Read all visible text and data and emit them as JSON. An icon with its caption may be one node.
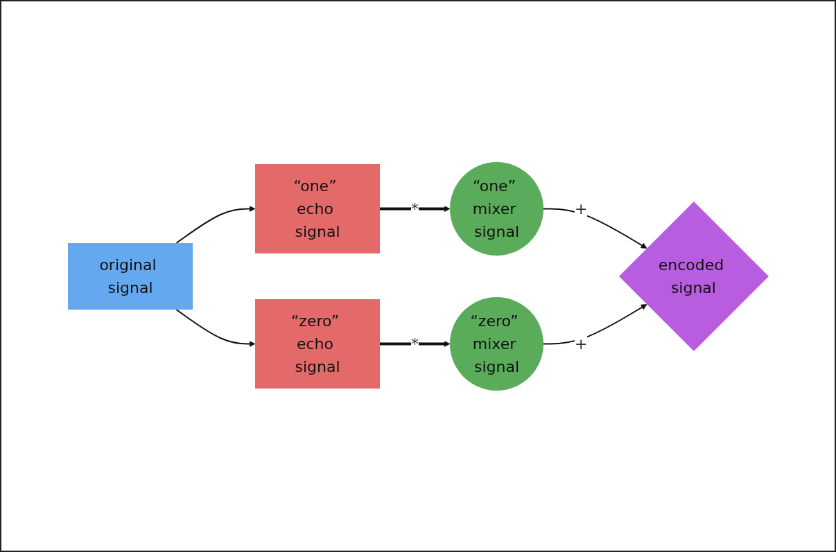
{
  "diagram": {
    "nodes": [
      {
        "text": [
          "original signal"
        ]
      },
      {
        "text": [
          "“one” echo signal"
        ]
      },
      {
        "text": [
          "“zero” echo signal"
        ]
      },
      {
        "text": [
          "“one” mixer signal"
        ]
      },
      {
        "text": [
          "“zero” mixer signal"
        ]
      },
      {
        "text": [
          "encoded signal"
        ]
      }
    ],
    "edges": [
      {
        "from": 0,
        "to": 1,
        "arrow": "to"
      },
      {
        "from": 0,
        "to": 2,
        "arrow": "to"
      },
      {
        "from": 1,
        "to": 3,
        "arrow": "to",
        "style": "thick",
        "label": "*"
      },
      {
        "from": 2,
        "to": 4,
        "arrow": "to",
        "style": "thick",
        "label": "*"
      },
      {
        "from": 3,
        "to": 5,
        "arrow": "to",
        "label": "+"
      },
      {
        "from": 4,
        "to": 5,
        "arrow": "to",
        "label": "+"
      }
    ]
  }
}
